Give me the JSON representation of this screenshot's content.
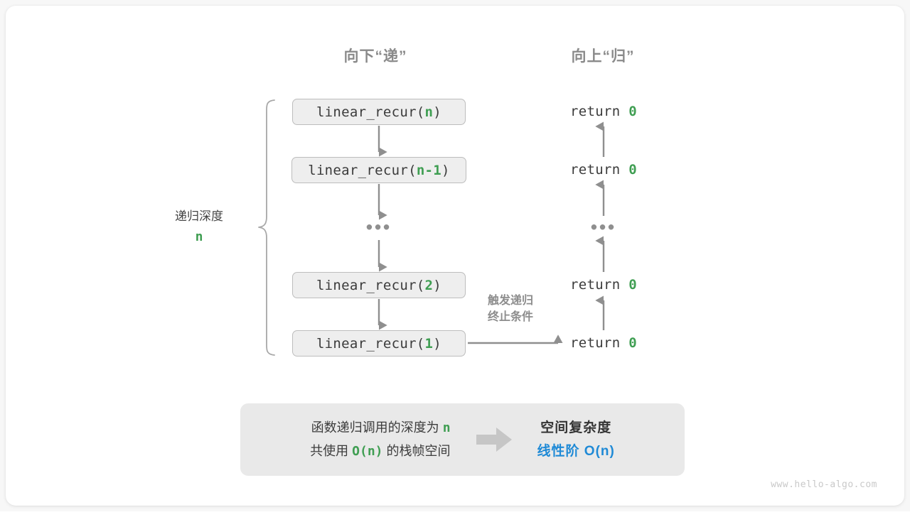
{
  "figure": {
    "title_down": "向下“递”",
    "title_up": "向上“归”",
    "watermark": "www.hello-algo.com"
  },
  "stack": {
    "depth_label": "递归深度",
    "depth_value": "n",
    "calls": [
      {
        "name": "linear_recur(",
        "arg": "n",
        "close": ")"
      },
      {
        "name": "linear_recur(",
        "arg": "n-1",
        "close": ")"
      },
      {
        "name": "linear_recur(",
        "arg": "2",
        "close": ")"
      },
      {
        "name": "linear_recur(",
        "arg": "1",
        "close": ")"
      }
    ],
    "ellipsis": "•••"
  },
  "returns": {
    "items": [
      {
        "keyword": "return",
        "value": "0"
      },
      {
        "keyword": "return",
        "value": "0"
      },
      {
        "keyword": "return",
        "value": "0"
      },
      {
        "keyword": "return",
        "value": "0"
      }
    ],
    "ellipsis": "•••"
  },
  "annotations": {
    "terminate_line1": "触发递归",
    "terminate_line2": "终止条件"
  },
  "summary": {
    "left_line1_prefix": "函数递归调用的深度为",
    "left_line1_value": "n",
    "left_line2_prefix": "共使用",
    "left_line2_value": "O(n)",
    "left_line2_suffix": "的栈帧空间",
    "right_title": "空间复杂度",
    "right_value": "线性阶 O(n)"
  },
  "colors": {
    "accent_green": "#3f9e52",
    "accent_blue": "#1f8ad6",
    "stroke_gray": "#8f8f8f",
    "box_fill": "#eeeeee",
    "box_border": "#bdbdbd",
    "panel_fill": "#e9e9e9"
  }
}
